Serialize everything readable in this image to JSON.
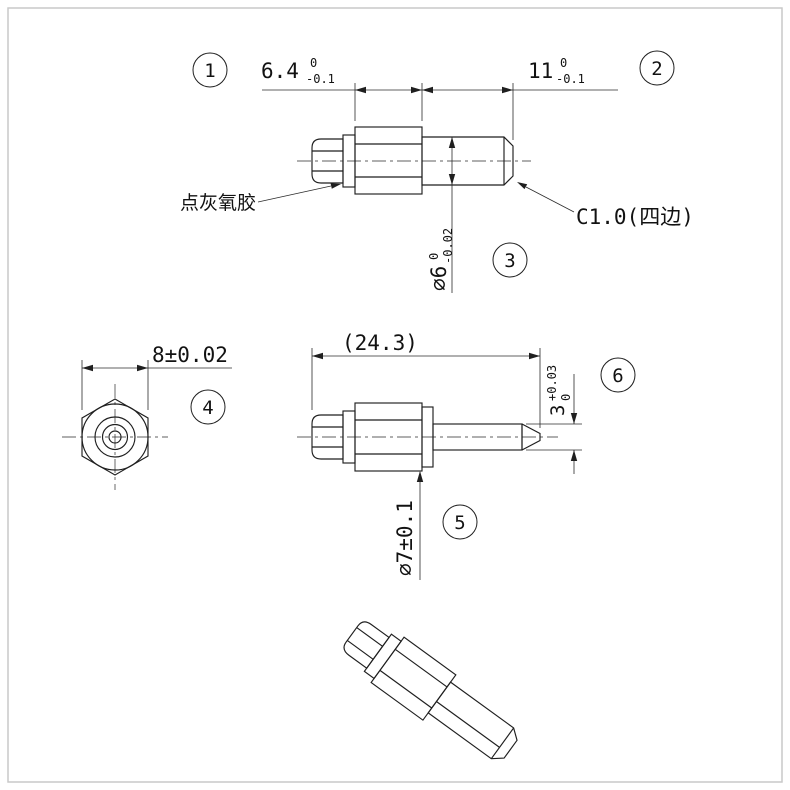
{
  "notes": {
    "glue": "点灰氧胶",
    "chamfer": "C1.0(四边)"
  },
  "balloons": [
    {
      "n": "1"
    },
    {
      "n": "2"
    },
    {
      "n": "3"
    },
    {
      "n": "4"
    },
    {
      "n": "5"
    },
    {
      "n": "6"
    }
  ],
  "dims": {
    "hex_len": {
      "v": "6.4",
      "up": "0",
      "low": "-0.1"
    },
    "shaft_len": {
      "v": "11",
      "up": "0",
      "low": "-0.1"
    },
    "shaft_dia": {
      "v": "∅6",
      "up": "0",
      "low": "-0.02"
    },
    "across_flats": {
      "v": "8±0.02"
    },
    "overall_len": {
      "v": "(24.3)"
    },
    "pin_dia": {
      "v": "3",
      "up": "+0.03",
      "low": "0"
    },
    "collar_dia": {
      "v": "∅7±0.1"
    }
  }
}
